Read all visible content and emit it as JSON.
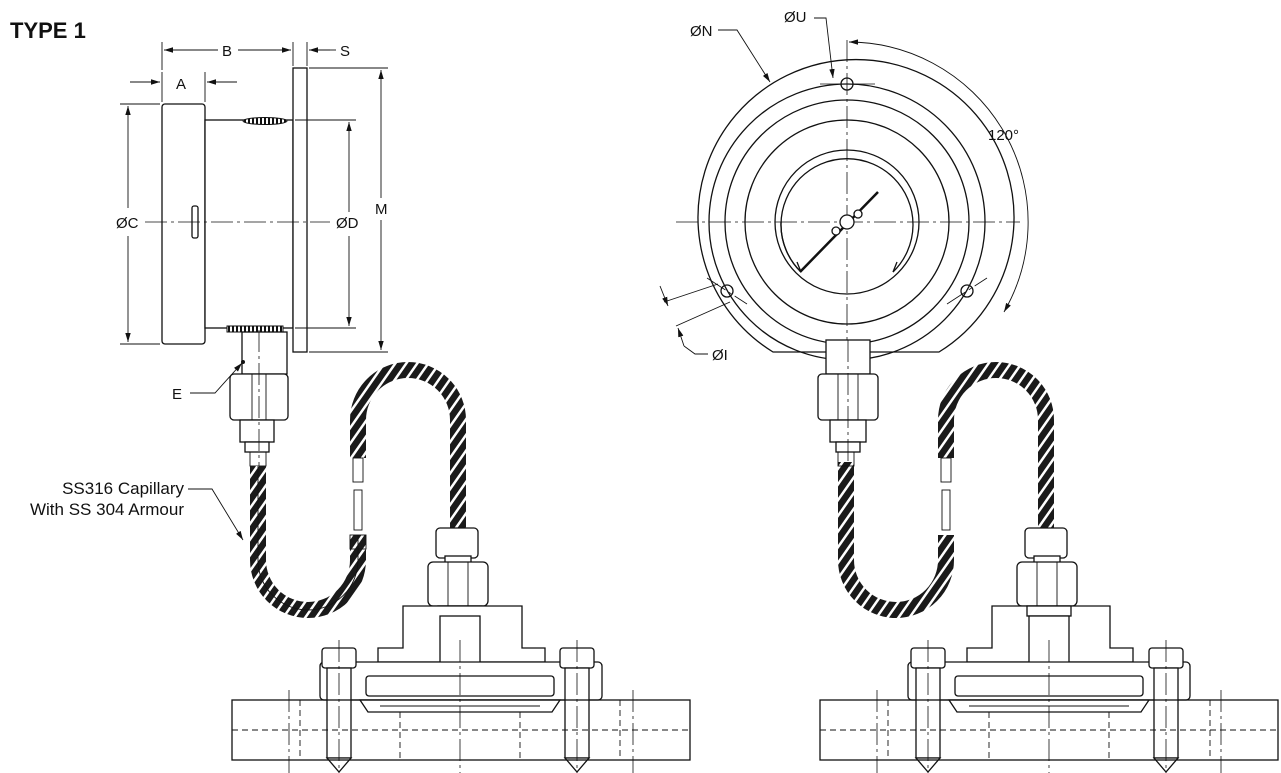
{
  "drawing": {
    "title": "TYPE 1",
    "side_view": {
      "dim_A": "A",
      "dim_B": "B",
      "dim_S": "S",
      "dim_C": "ØC",
      "dim_D": "ØD",
      "dim_M": "M",
      "dim_E": "E",
      "capillary_line1": "SS316 Capillary",
      "capillary_line2": "With SS 304 Armour"
    },
    "front_view": {
      "dim_N": "ØN",
      "dim_U": "ØU",
      "dim_I": "ØI",
      "angle": "120°"
    }
  }
}
